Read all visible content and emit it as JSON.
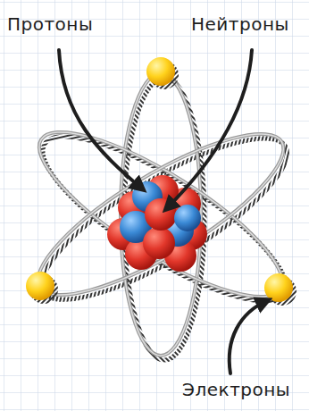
{
  "diagram": {
    "labels": [
      "Протоны",
      "Нейтроны",
      "Электроны"
    ]
  }
}
